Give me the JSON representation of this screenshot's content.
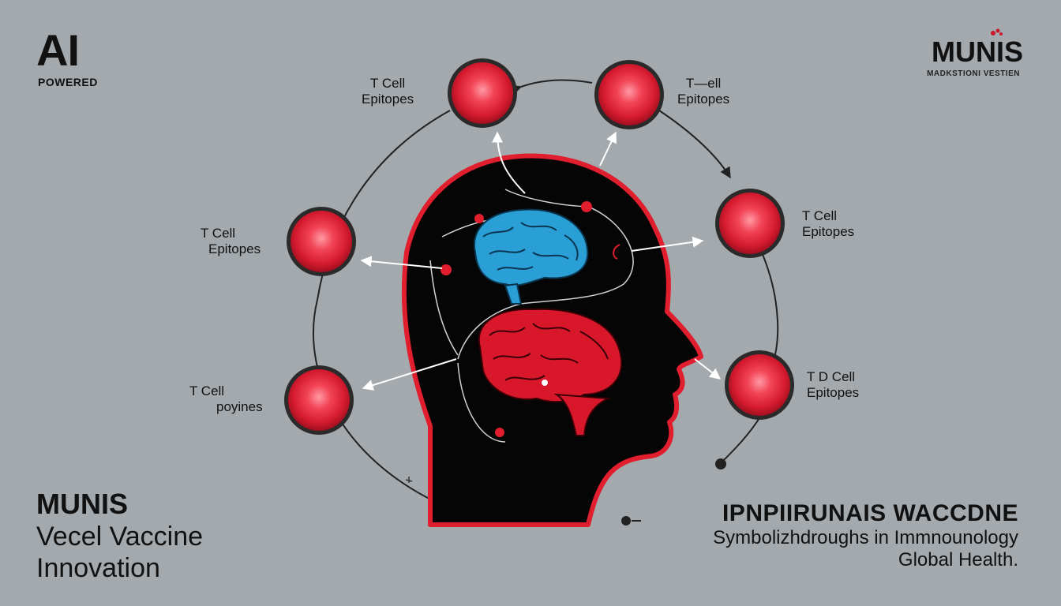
{
  "brand": {
    "ai": "AI",
    "powered": "POWERED"
  },
  "logo": {
    "title": "MUNIS",
    "subtitle": "MADKSTIONI VESTIEN"
  },
  "nodes": [
    {
      "id": "top-left",
      "line1": "T Cell",
      "line2": "Epitopes"
    },
    {
      "id": "top-right",
      "line1": "T—ell",
      "line2": "Epitopes"
    },
    {
      "id": "mid-left",
      "line1": "T Cell",
      "line2": "Epitopes"
    },
    {
      "id": "mid-right",
      "line1": "T Cell",
      "line2": "Epitopes"
    },
    {
      "id": "lower-left",
      "line1": "Τ Cell",
      "line2": "poyines"
    },
    {
      "id": "lower-right",
      "line1": "T D  Cell",
      "line2": "Epitopes"
    }
  ],
  "bottom_left": {
    "title": "MUNIS",
    "line1": "Vecel Vaccine",
    "line2": "Innovation"
  },
  "bottom_right": {
    "title": "IPNPIIRUNAIS WACCDNE",
    "line1": "Symbolizhdroughs in Immnounology",
    "line2": "Global Health."
  },
  "colors": {
    "background": "#a4a9ad",
    "accent_red": "#e01e2e",
    "head": "#050505",
    "brain_blue": "#2a9fd6",
    "brain_red": "#d8182a"
  }
}
